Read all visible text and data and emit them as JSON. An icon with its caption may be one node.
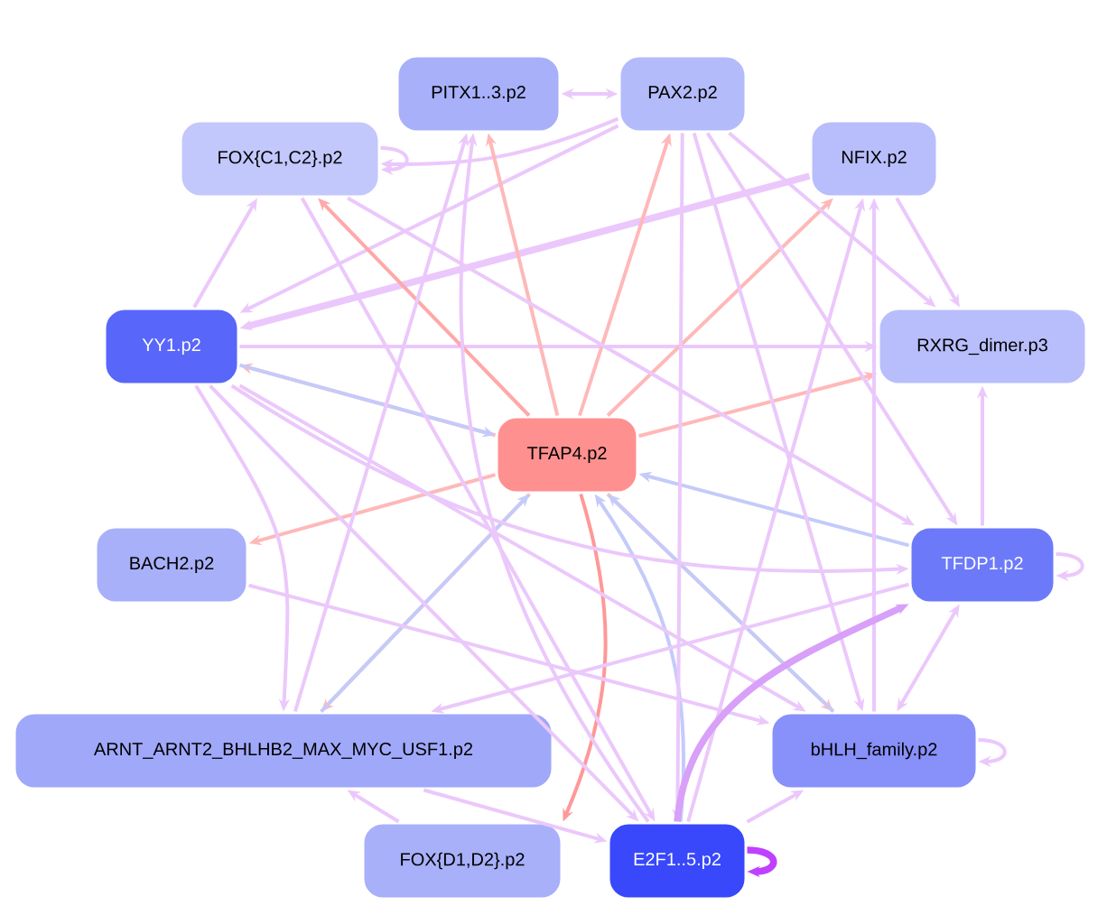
{
  "diagram": {
    "nodes": [
      {
        "text": [
          "PITX1..3.p2"
        ]
      },
      {
        "text": [
          "PAX2.p2"
        ]
      },
      {
        "text": [
          "FOX{C1,C2}.p2"
        ]
      },
      {
        "text": [
          "NFIX.p2"
        ]
      },
      {
        "text": [
          "YY1.p2"
        ]
      },
      {
        "text": [
          "RXRG_dimer.p3"
        ]
      },
      {
        "text": [
          "TFAP4.p2"
        ]
      },
      {
        "text": [
          "BACH2.p2"
        ]
      },
      {
        "text": [
          "TFDP1.p2"
        ]
      },
      {
        "text": [
          "ARNT_ARNT2_BHLHB2_MAX_MYC_USF1.p2"
        ]
      },
      {
        "text": [
          "bHLH_family.p2"
        ]
      },
      {
        "text": [
          "FOX{D1,D2}.p2"
        ]
      },
      {
        "text": [
          "E2F1..5.p2"
        ]
      }
    ],
    "edges": [
      {
        "from": 0,
        "to": 1,
        "arrow": "both"
      },
      {
        "from": 1,
        "to": 2,
        "arrow": "to"
      },
      {
        "from": 2,
        "to": 2,
        "arrow": "to"
      },
      {
        "from": 4,
        "to": 2,
        "arrow": "to"
      },
      {
        "from": 1,
        "to": 4,
        "arrow": "to"
      },
      {
        "from": 3,
        "to": 4,
        "arrow": "to",
        "style": "thick"
      },
      {
        "from": 4,
        "to": 5,
        "arrow": "to"
      },
      {
        "from": 6,
        "to": 4,
        "arrow": "to",
        "color": "#ffb8b8"
      },
      {
        "from": 4,
        "to": 6,
        "arrow": "to",
        "color": "#c4cbfa"
      },
      {
        "from": 6,
        "to": 0,
        "arrow": "to",
        "color": "#ffb8b8"
      },
      {
        "from": 6,
        "to": 1,
        "arrow": "to",
        "color": "#ffb8b8"
      },
      {
        "from": 6,
        "to": 2,
        "arrow": "to",
        "color": "#ffa8a8"
      },
      {
        "from": 6,
        "to": 3,
        "arrow": "to",
        "color": "#ffb8b8"
      },
      {
        "from": 6,
        "to": 5,
        "arrow": "to",
        "color": "#ffb8b8"
      },
      {
        "from": 6,
        "to": 7,
        "arrow": "to",
        "color": "#ffb8b8"
      },
      {
        "from": 6,
        "to": 9,
        "arrow": "to",
        "color": "#ffb8b8"
      },
      {
        "from": 9,
        "to": 6,
        "arrow": "to",
        "color": "#c4cbfa"
      },
      {
        "from": 6,
        "to": 10,
        "arrow": "to",
        "color": "#ffb8b8"
      },
      {
        "from": 10,
        "to": 6,
        "arrow": "to",
        "color": "#c4cbfa"
      },
      {
        "from": 8,
        "to": 6,
        "arrow": "to",
        "color": "#c4cbfa"
      },
      {
        "from": 6,
        "to": 11,
        "arrow": "to",
        "color": "#ff9898"
      },
      {
        "from": 12,
        "to": 6,
        "arrow": "to",
        "color": "#c4cbfa"
      },
      {
        "from": 9,
        "to": 0,
        "arrow": "to"
      },
      {
        "from": 4,
        "to": 9,
        "arrow": "to"
      },
      {
        "from": 4,
        "to": 10,
        "arrow": "to"
      },
      {
        "from": 4,
        "to": 12,
        "arrow": "to"
      },
      {
        "from": 4,
        "to": 8,
        "arrow": "to"
      },
      {
        "from": 1,
        "to": 5,
        "arrow": "to"
      },
      {
        "from": 1,
        "to": 10,
        "arrow": "to"
      },
      {
        "from": 1,
        "to": 12,
        "arrow": "to"
      },
      {
        "from": 1,
        "to": 8,
        "arrow": "to"
      },
      {
        "from": 3,
        "to": 5,
        "arrow": "to"
      },
      {
        "from": 12,
        "to": 3,
        "arrow": "to"
      },
      {
        "from": 10,
        "to": 3,
        "arrow": "to"
      },
      {
        "from": 8,
        "to": 5,
        "arrow": "to"
      },
      {
        "from": 8,
        "to": 8,
        "arrow": "to"
      },
      {
        "from": 10,
        "to": 10,
        "arrow": "to"
      },
      {
        "from": 12,
        "to": 12,
        "arrow": "to",
        "style": "thick",
        "color": "#c040ff"
      },
      {
        "from": 7,
        "to": 10,
        "arrow": "to"
      },
      {
        "from": 8,
        "to": 9,
        "arrow": "to"
      },
      {
        "from": 10,
        "to": 8,
        "arrow": "both"
      },
      {
        "from": 12,
        "to": 10,
        "arrow": "to"
      },
      {
        "from": 12,
        "to": 8,
        "arrow": "to",
        "style": "thick",
        "color": "#d8a0f8"
      },
      {
        "from": 11,
        "to": 9,
        "arrow": "to"
      },
      {
        "from": 2,
        "to": 12,
        "arrow": "to"
      },
      {
        "from": 2,
        "to": 8,
        "arrow": "to"
      },
      {
        "from": 12,
        "to": 0,
        "arrow": "to"
      },
      {
        "from": 9,
        "to": 12,
        "arrow": "to"
      }
    ]
  }
}
